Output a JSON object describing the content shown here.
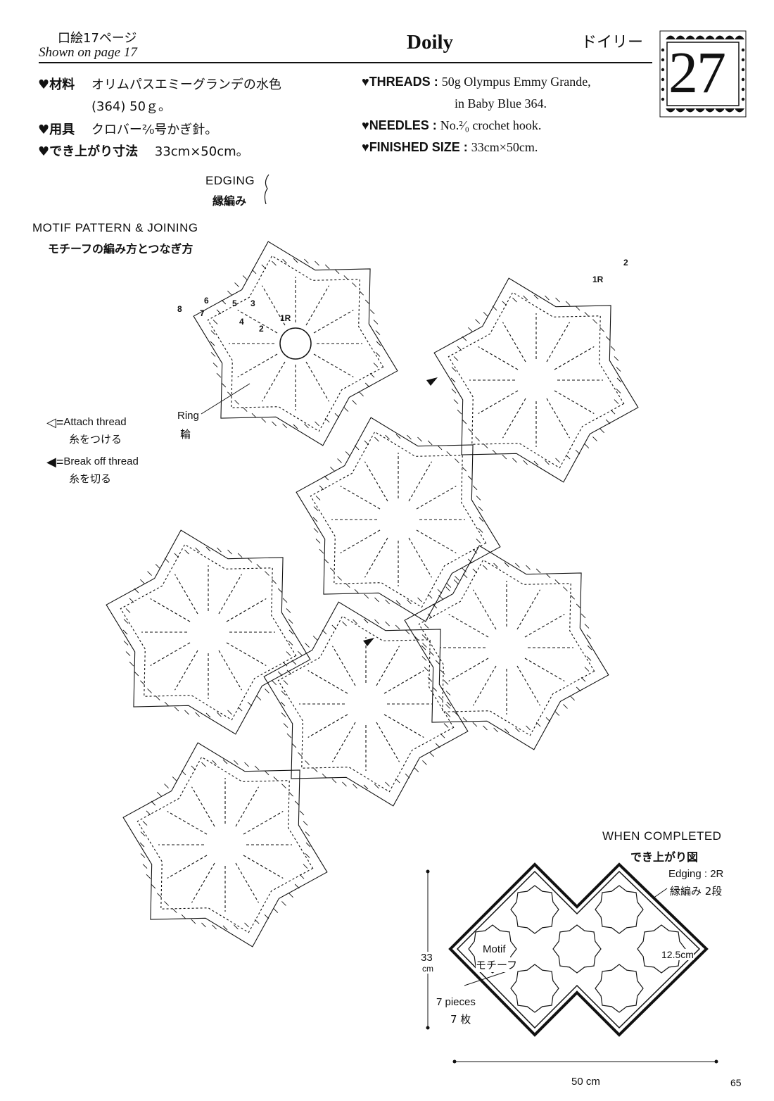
{
  "header": {
    "page_ref_jp": "口絵17ページ",
    "page_ref_en": "Shown on page 17",
    "title_en": "Doily",
    "title_jp": "ドイリー",
    "pattern_number": "27"
  },
  "specs_jp": {
    "materials_label": "♥材料",
    "materials_value_line1": "オリムパスエミーグランデの水色",
    "materials_value_line2": "(364) 50ｇ。",
    "tools_label": "♥用具",
    "tools_value": "クロバー²⁄₀号かぎ針。",
    "size_label": "♥でき上がり寸法",
    "size_value": "33cm×50cm。"
  },
  "specs_en": {
    "threads_label": "♥THREADS",
    "threads_value_line1": "50g Olympus Emmy Grande,",
    "threads_value_line2": "in Baby Blue 364.",
    "needles_label": "♥NEEDLES",
    "needles_value": "No.²⁄₀ crochet hook.",
    "size_label": "♥FINISHED SIZE",
    "size_value": "33cm×50cm."
  },
  "diagram_labels": {
    "edging_en": "EDGING",
    "edging_jp": "縁編み",
    "motif_en": "MOTIF PATTERN & JOINING",
    "motif_jp": "モチーフの編み方とつなぎ方",
    "ring_en": "Ring",
    "ring_jp": "輪",
    "round_numbers": [
      "8",
      "7",
      "6",
      "5",
      "4",
      "3",
      "2",
      "1R"
    ],
    "edging_rounds": [
      "1R",
      "2"
    ]
  },
  "legend": {
    "attach_symbol": "◁=",
    "attach_en": "Attach thread",
    "attach_jp": "糸をつける",
    "break_symbol": "◀=",
    "break_en": "Break off thread",
    "break_jp": "糸を切る"
  },
  "completed": {
    "title_en": "WHEN COMPLETED",
    "title_jp": "でき上がり図",
    "edging_en": "Edging : 2R",
    "edging_jp": "縁編み 2段",
    "motif_en": "Motif",
    "motif_jp": "モチーフ",
    "motif_size": "12.5cm",
    "pieces_en": "7 pieces",
    "pieces_jp": "7 枚",
    "height": "33",
    "height_unit": "cm",
    "width": "50 cm"
  },
  "page_number": "65"
}
